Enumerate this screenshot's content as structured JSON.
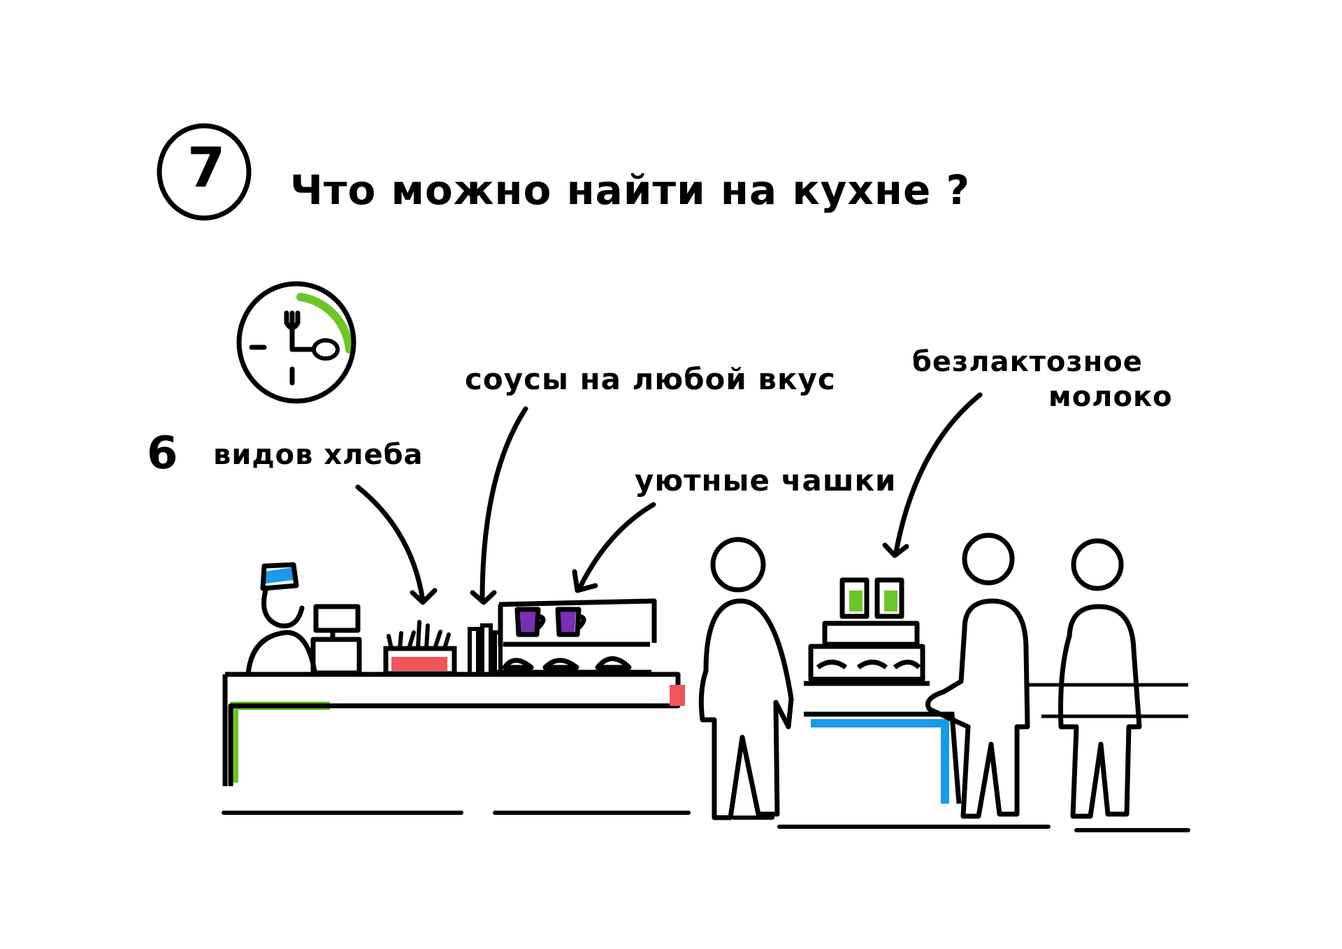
{
  "step": {
    "number": "7"
  },
  "title": "Что можно найти на кухне ?",
  "annotations": {
    "bread_count": "6",
    "bread": "видов хлеба",
    "sauces": "соусы на любой вкус",
    "cups": "уютные чашки",
    "milk_line1": "безлактозное",
    "milk_line2": "молоко"
  },
  "icons": {
    "clock": "clock-with-fork-icon",
    "people": "person-figure-icon"
  },
  "colors": {
    "ink": "#000000",
    "green": "#6cc52a",
    "blue": "#1a9ae8",
    "red": "#f0555a",
    "purple": "#7a2fb5"
  }
}
